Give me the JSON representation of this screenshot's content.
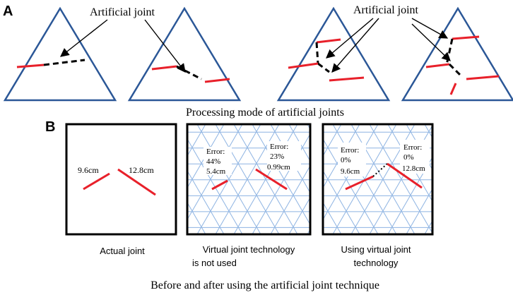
{
  "panel_a": {
    "letter": "A",
    "callout_left": "Artificial joint",
    "callout_right": "Artificial joint",
    "caption": "Processing mode of artificial joints"
  },
  "panel_b": {
    "letter": "B",
    "box1": {
      "length_left": "9.6cm",
      "length_right": "12.8cm",
      "caption_lines": [
        "Actual joint"
      ]
    },
    "box2": {
      "left_error_label": "Error:",
      "left_error_value": "44%",
      "left_length": "5.4cm",
      "right_error_label": "Error:",
      "right_error_value": "23%",
      "right_length": "0.99cm",
      "caption_lines": [
        "Virtual joint technology",
        "is not used"
      ]
    },
    "box3": {
      "left_error_label": "Error:",
      "left_error_value": "0%",
      "left_length": "9.6cm",
      "right_error_label": "Error:",
      "right_error_value": "0%",
      "right_length": "12.8cm",
      "caption_lines": [
        "Using virtual joint",
        "technology"
      ]
    },
    "caption": "Before and after using the artificial joint technique"
  },
  "colors": {
    "triangle_stroke": "#2b5797",
    "joint_red": "#e8202a",
    "grid_blue": "#8db3e2",
    "ink": "#000000"
  }
}
